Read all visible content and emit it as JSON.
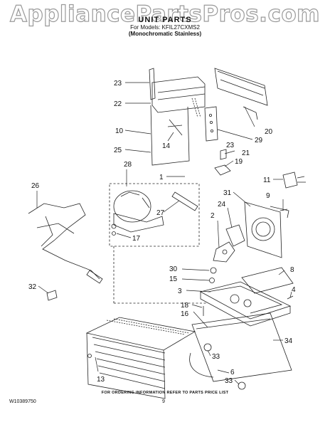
{
  "watermark": "AppliancePartsPros.com",
  "header": {
    "title": "UNIT PARTS",
    "models": "For Models: KFIL27CXMS2",
    "description": "(Monochromatic Stainless)"
  },
  "callouts": {
    "c23a": "23",
    "c22": "22",
    "c10": "10",
    "c25": "25",
    "c28": "28",
    "c14": "14",
    "c1": "1",
    "c26": "26",
    "c27": "27",
    "c17": "17",
    "c32": "32",
    "c20": "20",
    "c29": "29",
    "c23b": "23",
    "c21": "21",
    "c19": "19",
    "c11": "11",
    "c31": "31",
    "c9": "9",
    "c2": "2",
    "c24": "24",
    "c30": "30",
    "c15": "15",
    "c3": "3",
    "c8": "8",
    "c4": "4",
    "c18": "18",
    "c16": "16",
    "c34": "34",
    "c13": "13",
    "c33a": "33",
    "c6": "6",
    "c33b": "33"
  },
  "footer": {
    "note": "FOR ORDERING INFORMATION REFER TO PARTS PRICE LIST",
    "doc_number": "W10389750",
    "page": "9"
  }
}
